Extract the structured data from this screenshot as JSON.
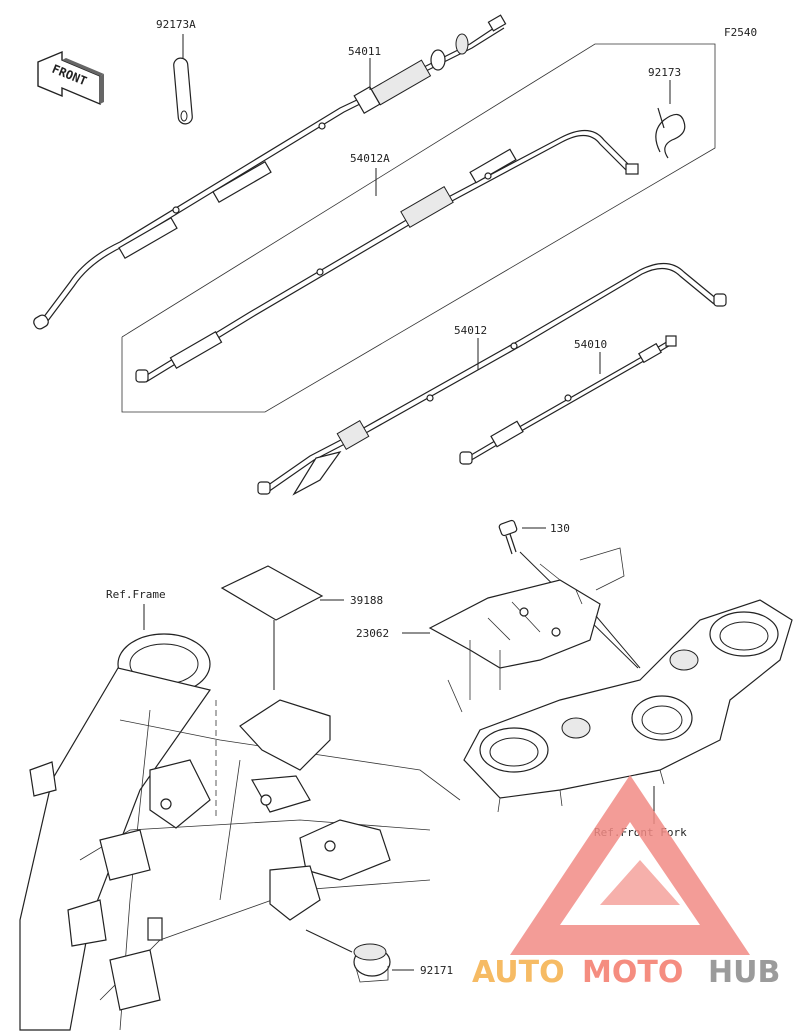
{
  "diagram_code": "F2540",
  "front_label": "FRONT",
  "parts": [
    {
      "id": "92173A"
    },
    {
      "id": "54011"
    },
    {
      "id": "92173"
    },
    {
      "id": "54012A"
    },
    {
      "id": "54012"
    },
    {
      "id": "54010"
    },
    {
      "id": "130"
    },
    {
      "id": "39188"
    },
    {
      "id": "23062"
    },
    {
      "id": "92171"
    }
  ],
  "refs": {
    "frame": "Ref.Frame",
    "front_fork": "Ref.Front Fork"
  },
  "watermark": {
    "part1": "AUTO",
    "part2": "MOTO",
    "part3": "HUB",
    "color_auto": "#f5b04a",
    "color_moto": "#f47a6a",
    "color_hub": "#8a8a8a",
    "color_logo": "#f28b85"
  }
}
